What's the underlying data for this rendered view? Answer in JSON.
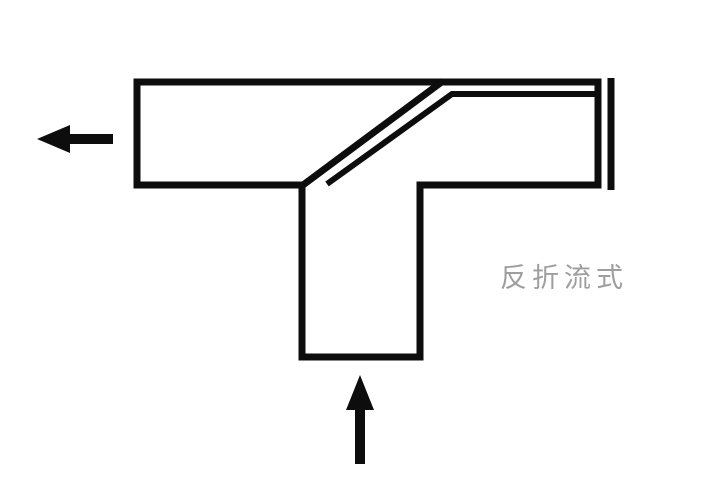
{
  "diagram": {
    "label": "反折流式",
    "arrows": [
      {
        "name": "outlet-arrow",
        "direction": "left"
      },
      {
        "name": "inlet-arrow",
        "direction": "up"
      }
    ],
    "colors": {
      "line": "#0d0d0d",
      "label": "#9e9e9e",
      "background": "#ffffff"
    }
  }
}
